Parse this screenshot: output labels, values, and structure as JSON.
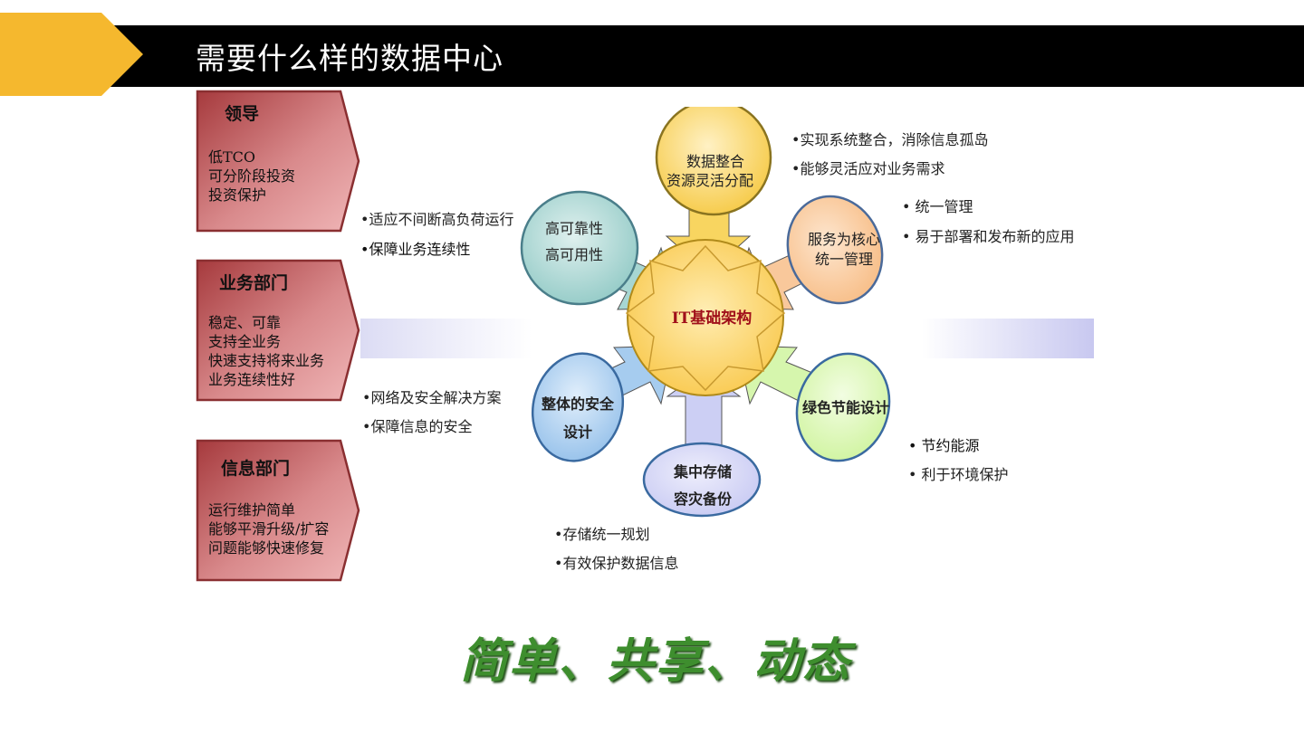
{
  "slide": {
    "title": "需要什么样的数据中心",
    "slogan": "简单、共享、动态"
  },
  "roles": [
    {
      "title": "领导",
      "lines": [
        "低TCO",
        "可分阶段投资",
        "投资保护"
      ]
    },
    {
      "title": "业务部门",
      "lines": [
        "稳定、可靠",
        "支持全业务",
        "快速支持将来业务",
        "业务连续性好"
      ]
    },
    {
      "title": "信息部门",
      "lines": [
        "运行维护简单",
        "能够平滑升级/扩容",
        "问题能够快速修复"
      ]
    }
  ],
  "diagram": {
    "center": "IT基础架构",
    "nodes": {
      "data": [
        "数据整合",
        "资源灵活分配"
      ],
      "reliability": [
        "高可靠性",
        "高可用性"
      ],
      "service": [
        "服务为核心",
        "统一管理"
      ],
      "security": [
        "整体的安全",
        "设计"
      ],
      "green": [
        "绿色节能设计"
      ],
      "storage": [
        "集中存储",
        "容灾备份"
      ]
    },
    "colors": {
      "data": "#f5c63a",
      "reliability": "#8cc7c3",
      "service": "#f7b97f",
      "security": "#8fbde9",
      "green": "#cdf39a",
      "storage": "#c5c7f2",
      "center": "#f9c94e",
      "title_bar": "#000000",
      "accent_gold": "#f5b82e",
      "card": "#b5484a",
      "slogan": "#3e8e2e"
    }
  },
  "bullets": {
    "data": [
      "•实现系统整合，消除信息孤岛",
      "•能够灵活应对业务需求"
    ],
    "service": [
      "• 统一管理",
      "• 易于部署和发布新的应用"
    ],
    "reliability": [
      "•适应不间断高负荷运行",
      "•保障业务连续性"
    ],
    "security": [
      "•网络及安全解决方案",
      "•保障信息的安全"
    ],
    "green": [
      "• 节约能源",
      "•  利于环境保护"
    ],
    "storage": [
      "•存储统一规划",
      "•有效保护数据信息"
    ]
  }
}
